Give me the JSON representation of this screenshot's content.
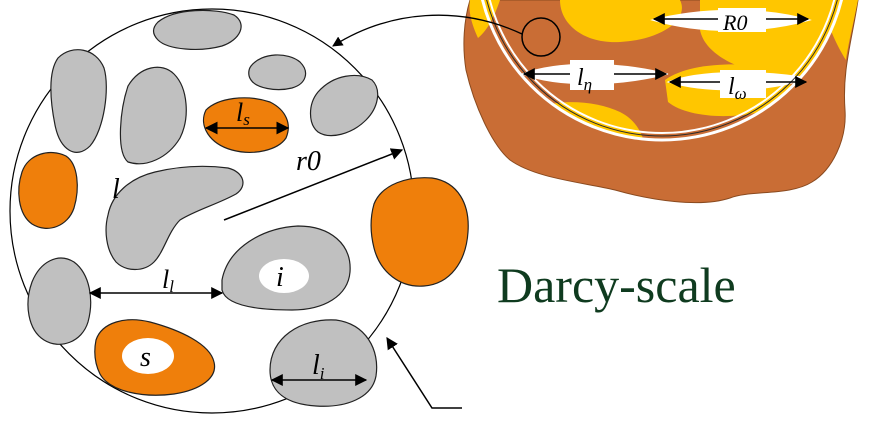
{
  "title": "Darcy-scale",
  "labels": {
    "R0": "R0",
    "l_eta_main": "l",
    "l_eta_sub": "η",
    "l_omega_main": "l",
    "l_omega_sub": "ω",
    "l_s_main": "l",
    "l_s_sub": "s",
    "r0": "r0",
    "l": "l",
    "l_l_main": "l",
    "l_l_sub": "l",
    "i": "i",
    "s": "s",
    "l_i_main": "l",
    "l_i_sub": "i"
  },
  "colors": {
    "gray_inclusion": "#c0c0c0",
    "orange_inclusion": "#ef7f0b",
    "brown_matrix": "#c96d35",
    "yellow_region": "#ffc600",
    "title_color": "#0f3b1f"
  }
}
